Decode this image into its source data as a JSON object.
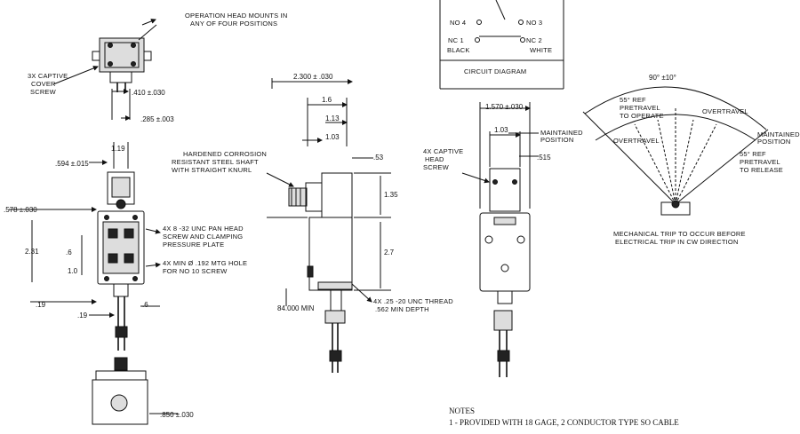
{
  "top_view": {
    "op_head_line1": "OPERATION HEAD MOUNTS IN",
    "op_head_line2": "ANY OF FOUR POSITIONS",
    "captive_line1": "3X CAPTIVE",
    "captive_line2": "COVER",
    "captive_line3": "SCREW",
    "dim_410": ".410 ±.030",
    "dim_285": ".285 ±.003"
  },
  "front_view": {
    "dim_119": "1.19",
    "dim_594": ".594 ±.015",
    "dim_578": ".578 ±.030",
    "dim_231": "2.31",
    "dim_6": ".6",
    "dim_10": "1.0",
    "dim_19a": ".19",
    "dim_19b": ".19",
    "dim_6b": ".6",
    "dim_850": ".850 ±.030",
    "screw_line1": "4X 8 -32 UNC PAN HEAD",
    "screw_line2": "SCREW AND CLAMPING",
    "screw_line3": "PRESSURE PLATE",
    "hole_line1": "4X MIN Ø .192 MTG HOLE",
    "hole_line2": "FOR NO 10 SCREW"
  },
  "side_view": {
    "shaft_line1": "HARDENED CORROSION",
    "shaft_line2": "RESISTANT STEEL SHAFT",
    "shaft_line3": "WITH STRAIGHT KNURL",
    "dim_2300": "2.300 ± .030",
    "dim_16": "1.6",
    "dim_113": "1.13",
    "dim_103": "1.03",
    "dim_53": ".53",
    "dim_135": "1.35",
    "dim_27": "2.7",
    "dim_84": "84.000 MIN",
    "thread_line1": "4X .25 -20 UNC THREAD",
    "thread_line2": ".562 MIN DEPTH"
  },
  "circuit": {
    "no4": "NO 4",
    "no3": "NO 3",
    "nc1": "NC 1",
    "nc2": "NC 2",
    "black": "BLACK",
    "white": "WHITE",
    "title": "CIRCUIT  DIAGRAM"
  },
  "right_view": {
    "dim_1570": "1.570 ±.030",
    "dim_103": "1.03",
    "dim_515": ".515",
    "captive_line1": "4X CAPTIVE",
    "captive_line2": "HEAD",
    "captive_line3": "SCREW",
    "maint_line1": "MAINTAINED",
    "maint_line2": "POSITION"
  },
  "travel": {
    "angle": "90° ±10°",
    "op_line1": "55° REF",
    "op_line2": "PRETRAVEL",
    "op_line3": "TO OPERATE",
    "overtravel_right": "OVERTRAVEL",
    "overtravel_left": "OVERTRAVEL",
    "maint_line1": "MAINTAINED",
    "maint_line2": "POSITION",
    "rel_line1": "55° REF",
    "rel_line2": "PRETRAVEL",
    "rel_line3": "TO RELEASE",
    "note_line1": "MECHANICAL TRIP TO OCCUR BEFORE",
    "note_line2": "ELECTRICAL TRIP IN CW DIRECTION"
  },
  "notes": {
    "heading": "NOTES",
    "item1": "1 - PROVIDED WITH 18 GAGE, 2 CONDUCTOR TYPE SO CABLE"
  }
}
